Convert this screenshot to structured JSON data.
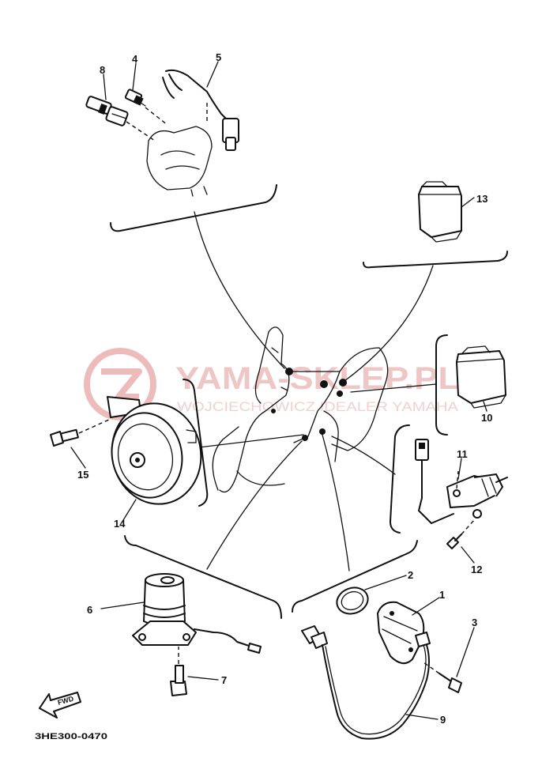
{
  "diagram": {
    "part_code": "3HE300-0470",
    "callouts": [
      "1",
      "2",
      "3",
      "4",
      "5",
      "6",
      "7",
      "8",
      "9",
      "10",
      "11",
      "12",
      "13",
      "14",
      "15"
    ],
    "front_arrow_label": "FWD"
  },
  "watermark": {
    "title": "YAMA-SKLEP.PL",
    "subtitle": "WOJCIECHOWICZ IDEALER YAMAHA",
    "color": "#e8a0a0"
  }
}
